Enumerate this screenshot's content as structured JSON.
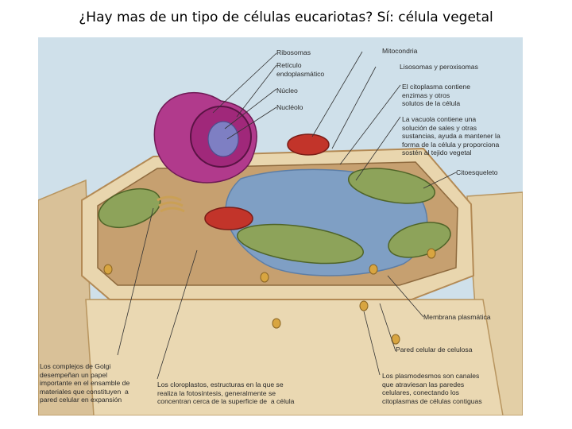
{
  "slide": {
    "title": "¿Hay mas de un tipo de células eucariotas? Sí: célula vegetal"
  },
  "figure": {
    "labels": {
      "ribosomas": "Ribosomas",
      "reticulo": "Retículo\nendoplasmático",
      "nucleo": "Núcleo",
      "nucleolo": "Nucléolo",
      "mitocondria": "Mitocondria",
      "lisosomas": "Lisosomas y peroxisomas",
      "citoplasma": "El citoplasma contiene\nenzimas y otros\nsolutos de la célula",
      "vacuola": "La vacuola contiene una\nsolución de sales y otras\nsustancias, ayuda a mantener la\nforma de la célula y proporciona\nsostén al tejido vegetal",
      "citoesqueleto": "Citoesqueleto",
      "membrana": "Membrana plasmática",
      "pared": "Pared celular de celulosa",
      "plasmodesmos": "Los plasmodesmos son canales\nque atraviesan las paredes\ncelulares, conectando los\ncitoplasmas de células contiguas",
      "golgi": "Los complejos de Golgi\ndesempeñan un papel\nimportante en el ensamble de\nmateriales que constituyen  a\npared celular en expansión",
      "cloroplastos": "Los cloroplastos, estructuras en la que se\nrealiza la fotosíntesis, generalmente se\nconcentran cerca de la superficie de  a célula"
    },
    "colors": {
      "background": "#cfe0ea",
      "cell_wall": "#e9d6ae",
      "cytoplasm": "#caa77a",
      "vacuole": "#7f9fc4",
      "chloroplast": "#8da35a",
      "nucleus": "#a0287a",
      "mitochondria": "#c2342a"
    }
  }
}
